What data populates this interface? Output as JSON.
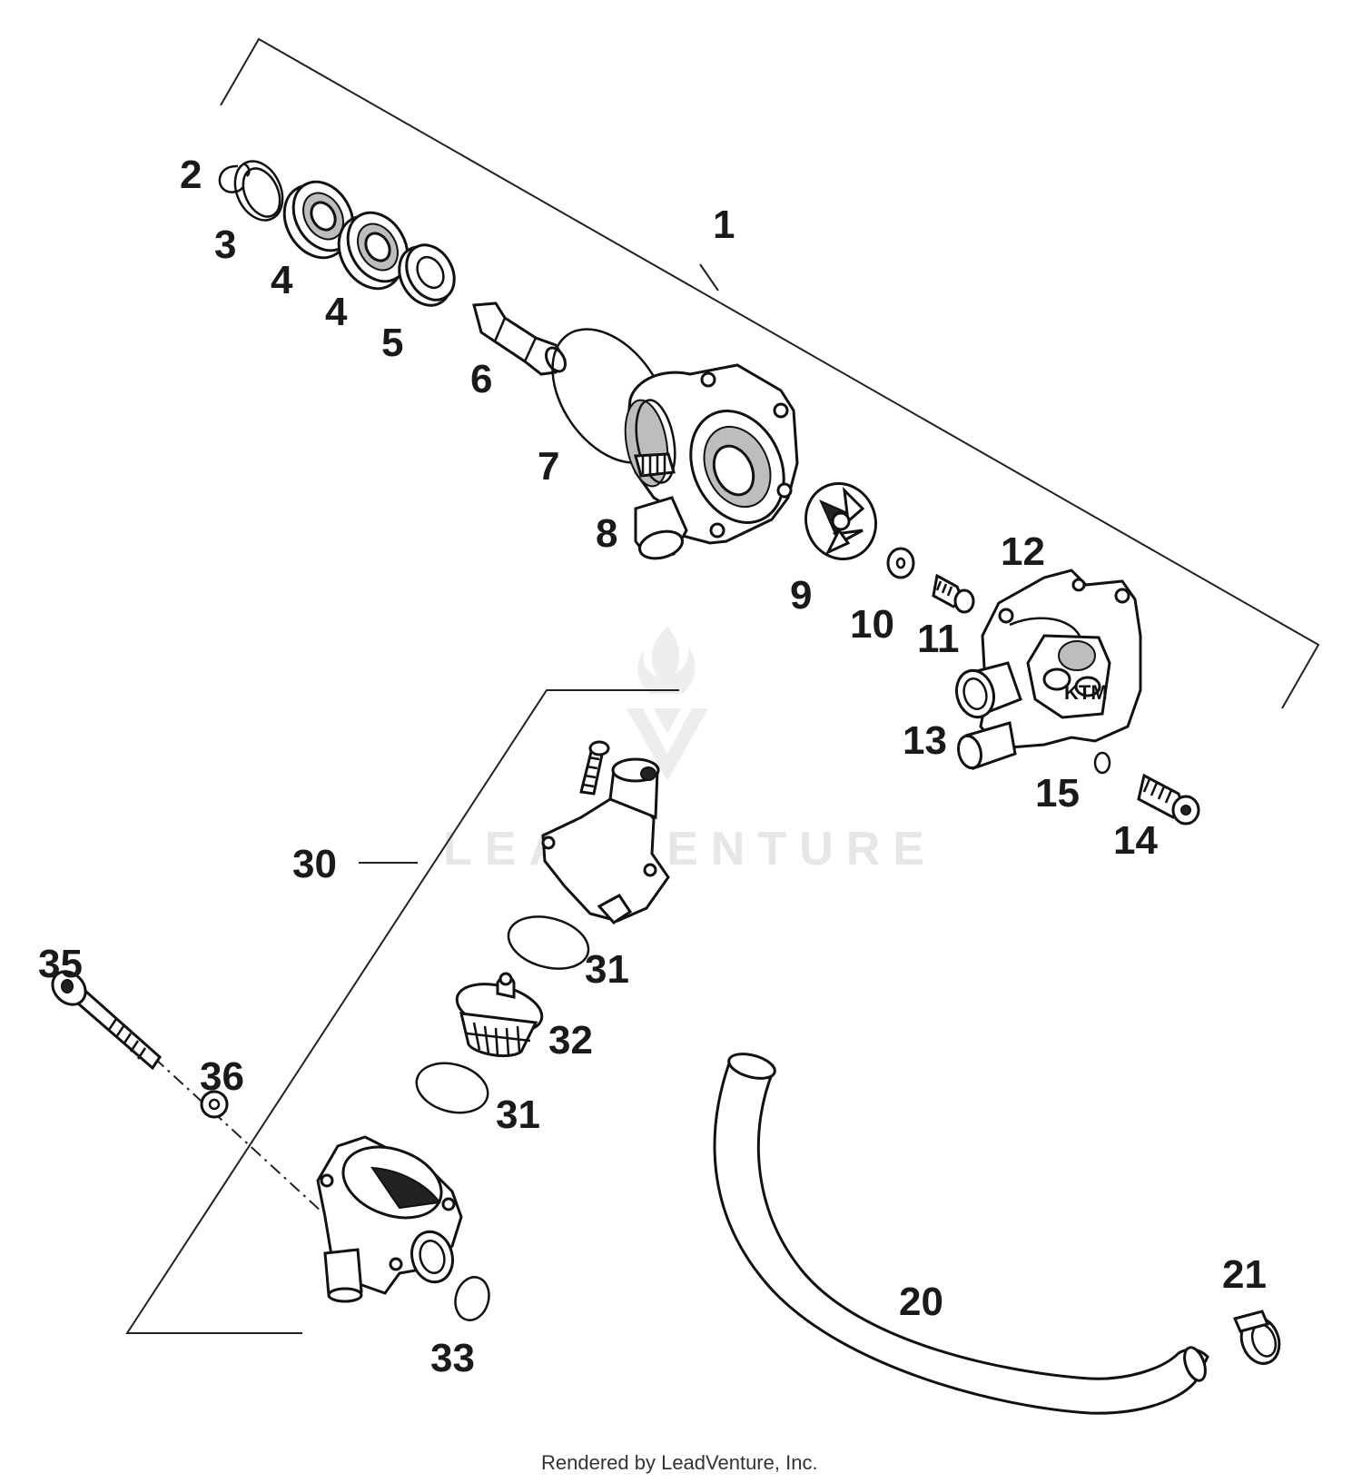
{
  "diagram": {
    "callouts": [
      {
        "id": "c1",
        "text": "1"
      },
      {
        "id": "c2",
        "text": "2"
      },
      {
        "id": "c3",
        "text": "3"
      },
      {
        "id": "c4a",
        "text": "4"
      },
      {
        "id": "c4b",
        "text": "4"
      },
      {
        "id": "c5",
        "text": "5"
      },
      {
        "id": "c6",
        "text": "6"
      },
      {
        "id": "c7",
        "text": "7"
      },
      {
        "id": "c8",
        "text": "8"
      },
      {
        "id": "c9",
        "text": "9"
      },
      {
        "id": "c10",
        "text": "10"
      },
      {
        "id": "c11",
        "text": "11"
      },
      {
        "id": "c12",
        "text": "12"
      },
      {
        "id": "c13",
        "text": "13"
      },
      {
        "id": "c14",
        "text": "14"
      },
      {
        "id": "c15",
        "text": "15"
      },
      {
        "id": "c20",
        "text": "20"
      },
      {
        "id": "c21",
        "text": "21"
      },
      {
        "id": "c30",
        "text": "30"
      },
      {
        "id": "c31a",
        "text": "31"
      },
      {
        "id": "c31b",
        "text": "31"
      },
      {
        "id": "c32",
        "text": "32"
      },
      {
        "id": "c33",
        "text": "33"
      },
      {
        "id": "c35",
        "text": "35"
      },
      {
        "id": "c36",
        "text": "36"
      }
    ],
    "watermark_text": "LEADVENTURE",
    "credit": "Rendered by LeadVenture, Inc."
  },
  "colors": {
    "line": "#111111",
    "background": "#ffffff",
    "watermark": "#e6e6e6"
  }
}
